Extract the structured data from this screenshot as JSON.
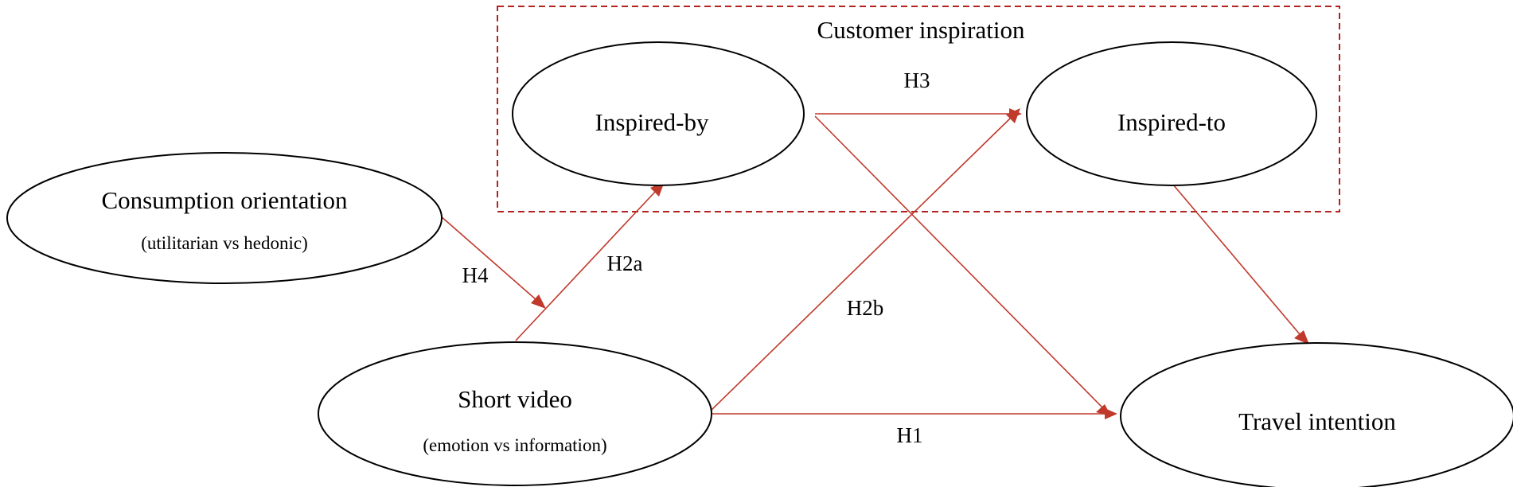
{
  "group": {
    "label": "Customer inspiration",
    "border_color": "#b22222"
  },
  "nodes": {
    "inspired_by": {
      "label": "Inspired-by"
    },
    "inspired_to": {
      "label": "Inspired-to"
    },
    "consumption_orientation": {
      "label": "Consumption orientation",
      "sublabel": "(utilitarian vs hedonic)"
    },
    "short_video": {
      "label": "Short video",
      "sublabel": "(emotion vs information)"
    },
    "travel_intention": {
      "label": "Travel intention"
    }
  },
  "edges": {
    "h1": {
      "label": "H1",
      "from": "Short video",
      "to": "Travel intention"
    },
    "h2a": {
      "label": "H2a",
      "from": "Short video",
      "to": "Inspired-by"
    },
    "h2b": {
      "label": "H2b",
      "from": "Short video",
      "to": "Inspired-to"
    },
    "h3": {
      "label": "H3",
      "from": "Inspired-by",
      "to": "Inspired-to"
    },
    "h4": {
      "label": "H4",
      "from": "Consumption orientation",
      "to": "Short video (H2a path)"
    },
    "by_to_travel": {
      "label": "",
      "from": "Inspired-by",
      "to": "Travel intention"
    },
    "to_to_travel": {
      "label": "",
      "from": "Inspired-to",
      "to": "Travel intention"
    }
  },
  "colors": {
    "arrow": "#c0392b",
    "outline": "#000000",
    "background": "#ffffff"
  }
}
